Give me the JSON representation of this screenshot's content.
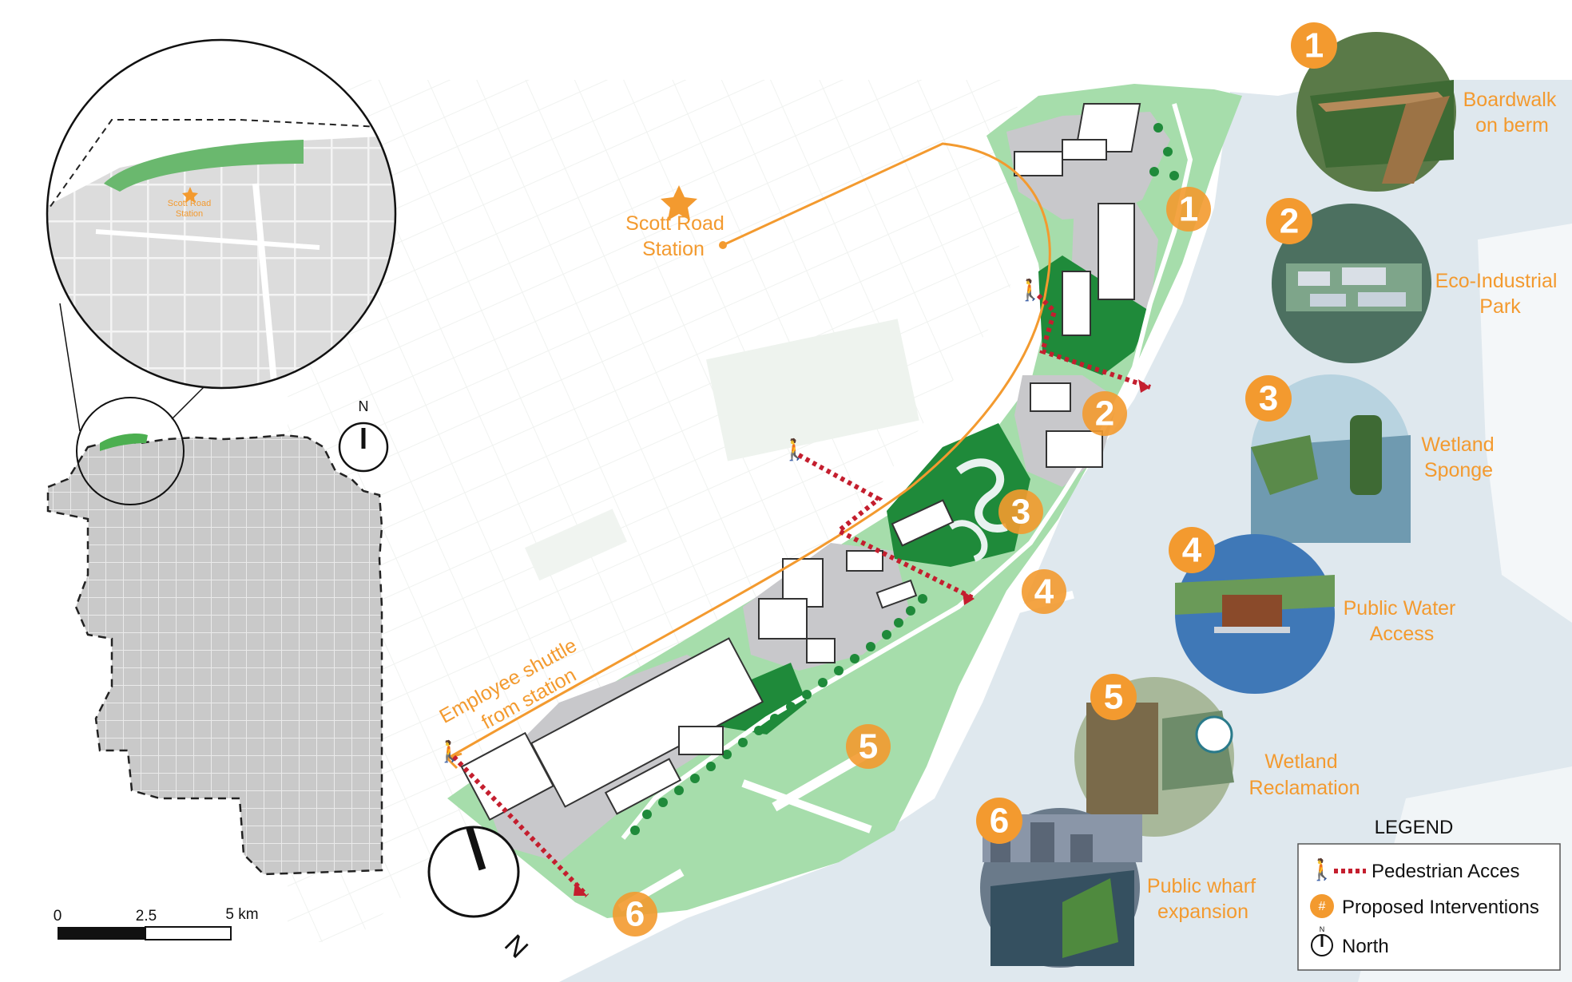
{
  "station": {
    "name_line1": "Scott Road",
    "name_line2": "Station"
  },
  "inset_station": {
    "line1": "Scott Road",
    "line2": "Station"
  },
  "shuttle": {
    "line1": "Employee shuttle",
    "line2": "from station"
  },
  "north_label": "N",
  "scale_bar": {
    "ticks": [
      "0",
      "2.5",
      "5 km"
    ]
  },
  "legend": {
    "title": "LEGEND",
    "items": [
      {
        "label": "Pedestrian Acces"
      },
      {
        "label": "Proposed Interventions",
        "symbol": "#"
      },
      {
        "label": "North",
        "symbol": "N"
      }
    ]
  },
  "site_markers": [
    "1",
    "2",
    "3",
    "4",
    "5",
    "6"
  ],
  "interventions": [
    {
      "number": "1",
      "line1": "Boardwalk",
      "line2": "on berm"
    },
    {
      "number": "2",
      "line1": "Eco-Industrial",
      "line2": "Park"
    },
    {
      "number": "3",
      "line1": "Wetland",
      "line2": "Sponge"
    },
    {
      "number": "4",
      "line1": "Public Water",
      "line2": "Access"
    },
    {
      "number": "5",
      "line1": "Wetland",
      "line2": "Reclamation"
    },
    {
      "number": "6",
      "line1": "Public wharf",
      "line2": "expansion"
    }
  ],
  "colors": {
    "accent": "#f39a2f",
    "water": "#dfe8ee",
    "green_light": "#a6ddab",
    "green_dark": "#1f8a3a",
    "pedestrian": "#c41e2e",
    "industrial": "#c8c8cb"
  }
}
